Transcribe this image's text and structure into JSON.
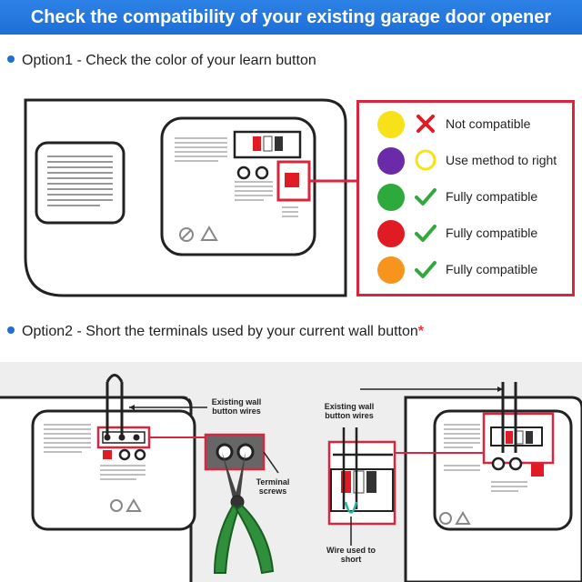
{
  "header": {
    "title": "Check the compatibility of your existing garage door opener"
  },
  "option1": {
    "label": "Option1 - Check the color of your learn button"
  },
  "option2": {
    "label": "Option2 - Short the terminals used by your current wall button",
    "asterisk": "*"
  },
  "legend": {
    "rows": [
      {
        "color": "#f7e11b",
        "icon": "x-mark-icon",
        "label": "Not compatible"
      },
      {
        "color": "#6b2aa8",
        "icon": "circle-outline-icon",
        "label": "Use method to right"
      },
      {
        "color": "#2eaa3c",
        "icon": "check-mark-icon",
        "label": "Fully compatible"
      },
      {
        "color": "#e01b24",
        "icon": "check-mark-icon",
        "label": "Fully compatible"
      },
      {
        "color": "#f7941d",
        "icon": "check-mark-icon",
        "label": "Fully compatible"
      }
    ]
  },
  "diagram_left": {
    "wires_label": "Existing wall button wires",
    "screws_label": "Terminal screws"
  },
  "diagram_right": {
    "wires_label": "Existing wall button wires",
    "short_label": "Wire used to short"
  },
  "colors": {
    "banner": "#1e6fd6",
    "highlight": "#d7263d",
    "red_button": "#e01b24"
  }
}
